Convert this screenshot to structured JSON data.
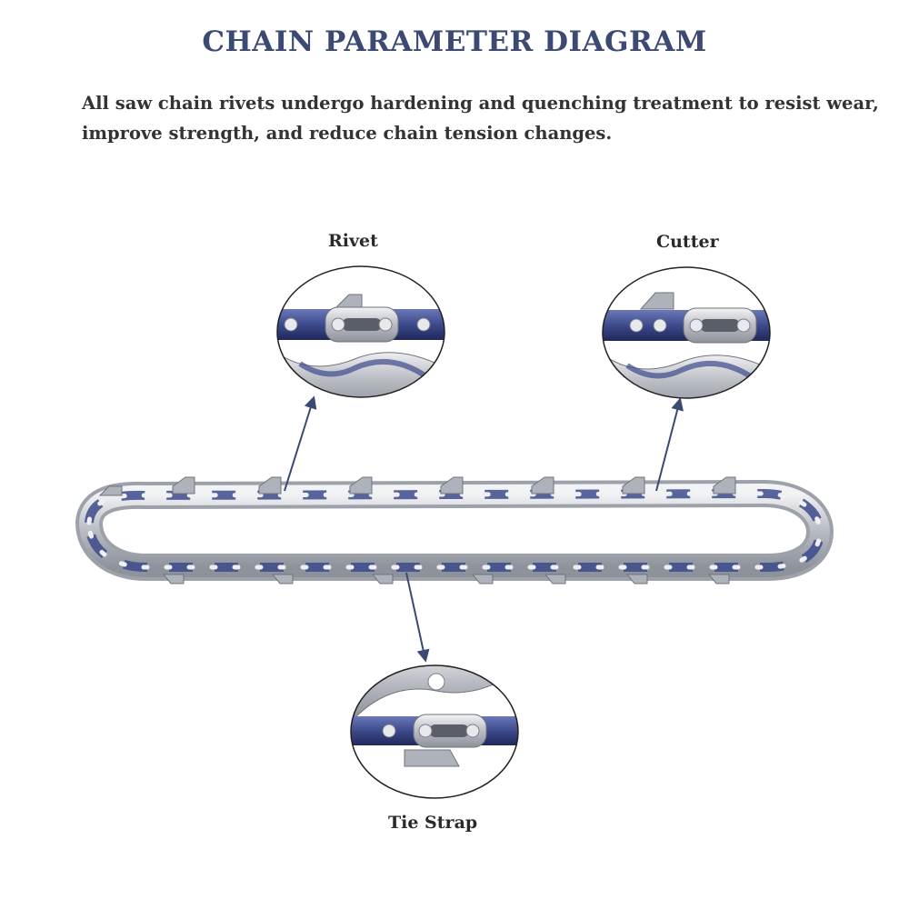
{
  "header": {
    "title": "CHAIN PARAMETER DIAGRAM",
    "description": "All saw chain rivets undergo hardening and quenching treatment to resist wear, improve strength, and reduce chain tension changes."
  },
  "callouts": {
    "rivet": {
      "label": "Rivet"
    },
    "cutter": {
      "label": "Cutter"
    },
    "tie_strap": {
      "label": "Tie Strap"
    }
  },
  "colors": {
    "title": "#3b4a72",
    "text": "#333333",
    "arrow": "#3b4a72",
    "chain_steel": "#c7c9ce",
    "chain_blue": "#3d4a8c"
  }
}
